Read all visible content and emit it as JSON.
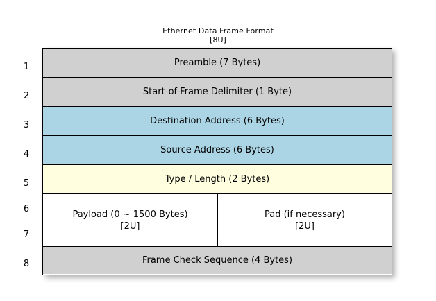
{
  "diagram": {
    "title": "Ethernet Data Frame Format",
    "subtitle": "[8U]",
    "colors": {
      "gray": "#d0d0d0",
      "blue": "#abd5e5",
      "yellow": "#ffffe0",
      "white": "#ffffff",
      "border": "#000000",
      "background": "#ffffff"
    },
    "row_numbers": [
      "1",
      "2",
      "3",
      "4",
      "5",
      "6",
      "7",
      "8"
    ],
    "rows": [
      {
        "number": "1",
        "label": "Preamble (7 Bytes)",
        "fill": "gray"
      },
      {
        "number": "2",
        "label": "Start-of-Frame Delimiter (1 Byte)",
        "fill": "gray"
      },
      {
        "number": "3",
        "label": "Destination Address (6 Bytes)",
        "fill": "blue"
      },
      {
        "number": "4",
        "label": "Source Address (6 Bytes)",
        "fill": "blue"
      },
      {
        "number": "5",
        "label": "Type / Length (2 Bytes)",
        "fill": "yellow"
      },
      {
        "number": "6-7",
        "fill": "white",
        "split": true,
        "left": {
          "label": "Payload (0 ~ 1500 Bytes)",
          "annotation": "[2U]"
        },
        "right": {
          "label": "Pad (if necessary)",
          "annotation": "[2U]"
        }
      },
      {
        "number": "8",
        "label": "Frame Check Sequence (4 Bytes)",
        "fill": "gray"
      }
    ]
  }
}
